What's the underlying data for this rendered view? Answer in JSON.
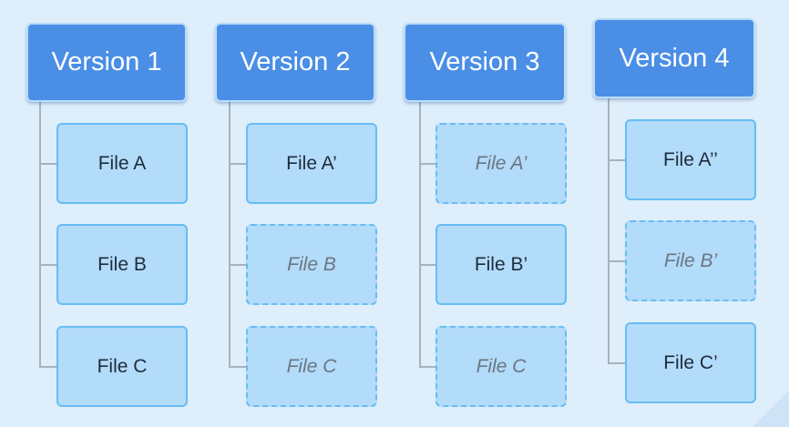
{
  "versions": [
    {
      "title": "Version 1",
      "files": [
        {
          "label": "File A",
          "ghost": false
        },
        {
          "label": "File B",
          "ghost": false
        },
        {
          "label": "File C",
          "ghost": false
        }
      ]
    },
    {
      "title": "Version 2",
      "files": [
        {
          "label": "File A’",
          "ghost": false
        },
        {
          "label": "File B",
          "ghost": true
        },
        {
          "label": "File C",
          "ghost": true
        }
      ]
    },
    {
      "title": "Version 3",
      "files": [
        {
          "label": "File A’",
          "ghost": true
        },
        {
          "label": "File B’",
          "ghost": false
        },
        {
          "label": "File C",
          "ghost": true
        }
      ]
    },
    {
      "title": "Version 4",
      "files": [
        {
          "label": "File A’’",
          "ghost": false
        },
        {
          "label": "File B’",
          "ghost": true
        },
        {
          "label": "File C’",
          "ghost": false
        }
      ]
    }
  ],
  "colors": {
    "header": "#4a8ee6",
    "file_fill": "#b3dbfa",
    "file_border": "#67bdf2",
    "connector": "#a8b2bd"
  }
}
